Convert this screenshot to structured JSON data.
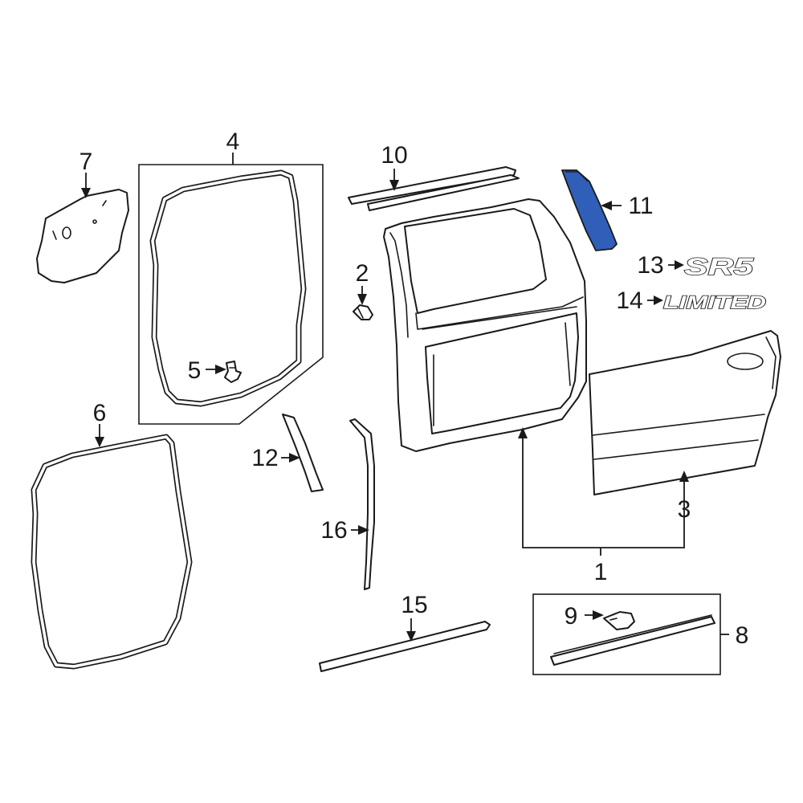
{
  "diagram": {
    "highlight_color": "#2f5fb8",
    "line_color": "#1a1a1a",
    "callouts": {
      "c1": "1",
      "c2": "2",
      "c3": "3",
      "c4": "4",
      "c5": "5",
      "c6": "6",
      "c7": "7",
      "c8": "8",
      "c9": "9",
      "c10": "10",
      "c11": "11",
      "c12": "12",
      "c13": "13",
      "c14": "14",
      "c15": "15",
      "c16": "16"
    },
    "badges": {
      "sr5": "SR5",
      "limited": "LIMITED"
    }
  }
}
